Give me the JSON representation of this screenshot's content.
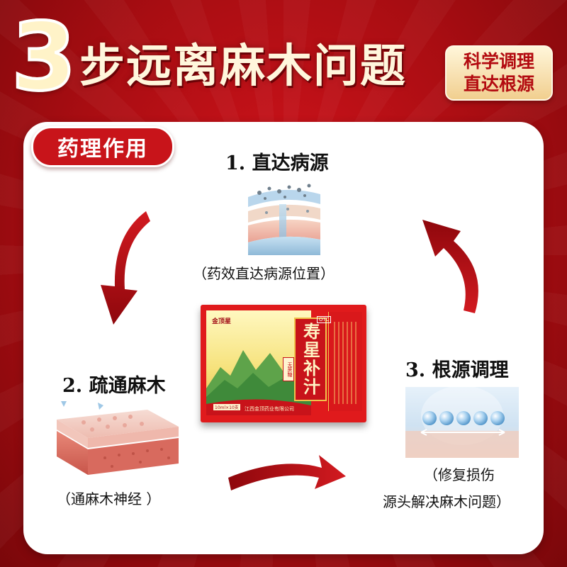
{
  "header": {
    "step_number": "3",
    "headline": "步远离麻木问题",
    "tag_lines": [
      "科学调理",
      "直达根源"
    ]
  },
  "section_label": "药理作用",
  "steps": [
    {
      "title": "1. 直达病源",
      "caption_lines": [
        "（药效直达病源位置）"
      ],
      "illustration": "skin-layers-particles-illustration"
    },
    {
      "title": "2. 疏通麻木",
      "caption_lines": [
        "（通麻木神经 ）"
      ],
      "illustration": "skin-tissue-layers-illustration"
    },
    {
      "title": "3. 根源调理",
      "caption_lines": [
        "（修复损伤",
        "源头解决麻木问题）"
      ],
      "illustration": "repair-spheres-illustration"
    }
  ],
  "product": {
    "brand": "金顶星",
    "name": "寿星补汁",
    "tag": "无蔗糖",
    "otc": "OTC",
    "spec": "10ml×10支",
    "maker": "江西金顶药业有限公司"
  },
  "colors": {
    "background_red": "#c8141a",
    "card": "#ffffff",
    "arrow_red": "#b80c12",
    "tag_gold": "#f1cf8f",
    "title_cream": "#fff6dc"
  },
  "icons": [
    "cycle-arrow-icon"
  ]
}
